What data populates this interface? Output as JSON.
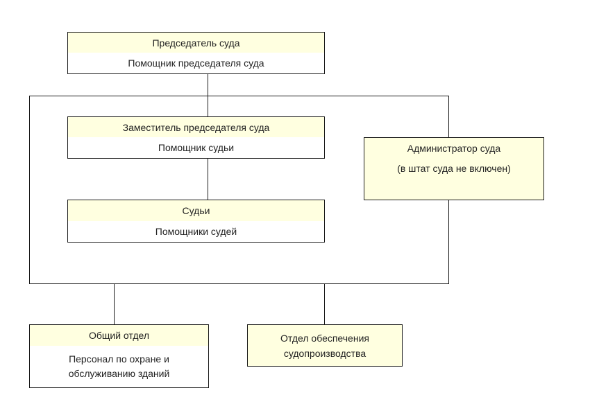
{
  "chairman": {
    "title": "Председатель суда",
    "assistant": "Помощник председателя суда"
  },
  "deputy": {
    "title": "Заместитель председателя суда",
    "assistant": "Помощник судьи"
  },
  "judges": {
    "title": "Судьи",
    "assistant": "Помощники судей"
  },
  "administrator": {
    "title": "Администратор суда",
    "note": "(в штат суда не включен)"
  },
  "general_department": {
    "title": "Общий отдел",
    "staff_line1": "Персонал по охране и",
    "staff_line2": "обслуживанию зданий"
  },
  "proceedings_department": {
    "line1": "Отдел обеспечения",
    "line2": "судопроизводства"
  }
}
